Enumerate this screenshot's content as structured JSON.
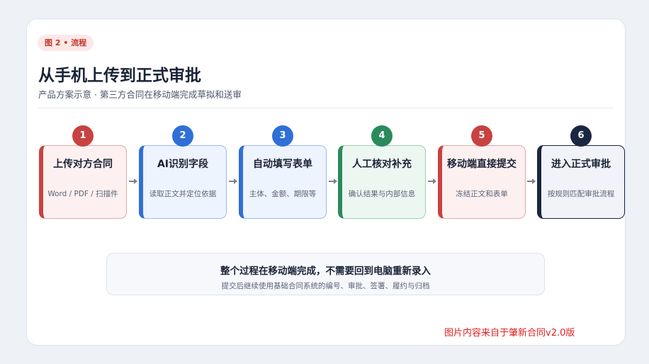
{
  "figure_tag": "图 2 • 流程",
  "title": "从手机上传到正式审批",
  "subtitle": "产品方案示意 · 第三方合同在移动端完成草拟和送审",
  "steps": [
    {
      "number": "1",
      "label": "上传对方合同",
      "desc": "Word / PDF / 扫描件",
      "color": "#c94242",
      "bg": "#fdf0f0",
      "border": "#e5a9a9"
    },
    {
      "number": "2",
      "label": "AI识别字段",
      "desc": "读取正文并定位依据",
      "color": "#2f6fd6",
      "bg": "#eef4fd",
      "border": "#9dbcec"
    },
    {
      "number": "3",
      "label": "自动填写表单",
      "desc": "主体、金额、期限等",
      "color": "#2f6fd6",
      "bg": "#eef4fd",
      "border": "#9dbcec"
    },
    {
      "number": "4",
      "label": "人工核对补充",
      "desc": "确认结果与内部信息",
      "color": "#2a8a5c",
      "bg": "#edf7f1",
      "border": "#9ccfb3"
    },
    {
      "number": "5",
      "label": "移动端直接提交",
      "desc": "冻结正文和表单",
      "color": "#c94242",
      "bg": "#fdf0f0",
      "border": "#e5a9a9"
    },
    {
      "number": "6",
      "label": "进入正式审批",
      "desc": "按规则匹配审批流程",
      "color": "#1b2740",
      "bg": "#f1f3f8",
      "border": "#1b2740"
    }
  ],
  "arrow_icon": "arrow-right-icon",
  "summary": {
    "title": "整个过程在移动端完成，不需要回到电脑重新录入",
    "desc": "提交后继续使用基础合同系统的编号、审批、签署、履约与归档"
  },
  "source_note": "图片内容来自于肇新合同v2.0版"
}
